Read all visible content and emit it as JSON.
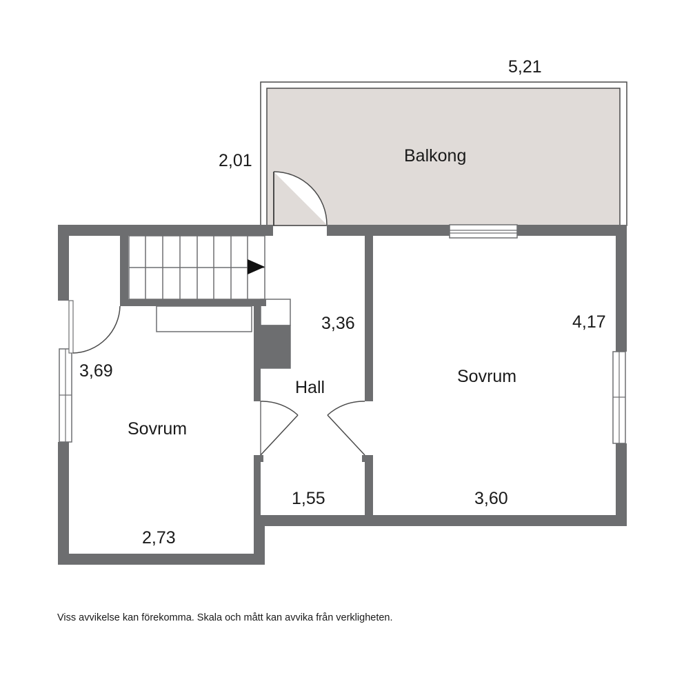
{
  "rooms": {
    "balkong": "Balkong",
    "hall": "Hall",
    "sovrum_left": "Sovrum",
    "sovrum_right": "Sovrum"
  },
  "dimensions": {
    "balkong_width": "5,21",
    "balkong_depth": "2,01",
    "hall_length": "3,36",
    "hall_width": "1,55",
    "sovrum_left_length": "3,69",
    "sovrum_left_width": "2,73",
    "sovrum_right_length": "4,17",
    "sovrum_right_width": "3,60"
  },
  "disclaimer": "Viss avvikelse kan förekomma. Skala och mått kan avvika från verkligheten.",
  "colors": {
    "wall": "#6d6e70",
    "balcony_fill": "#e0dbd8",
    "line": "#4a4a4a",
    "text": "#1a1a1a"
  }
}
